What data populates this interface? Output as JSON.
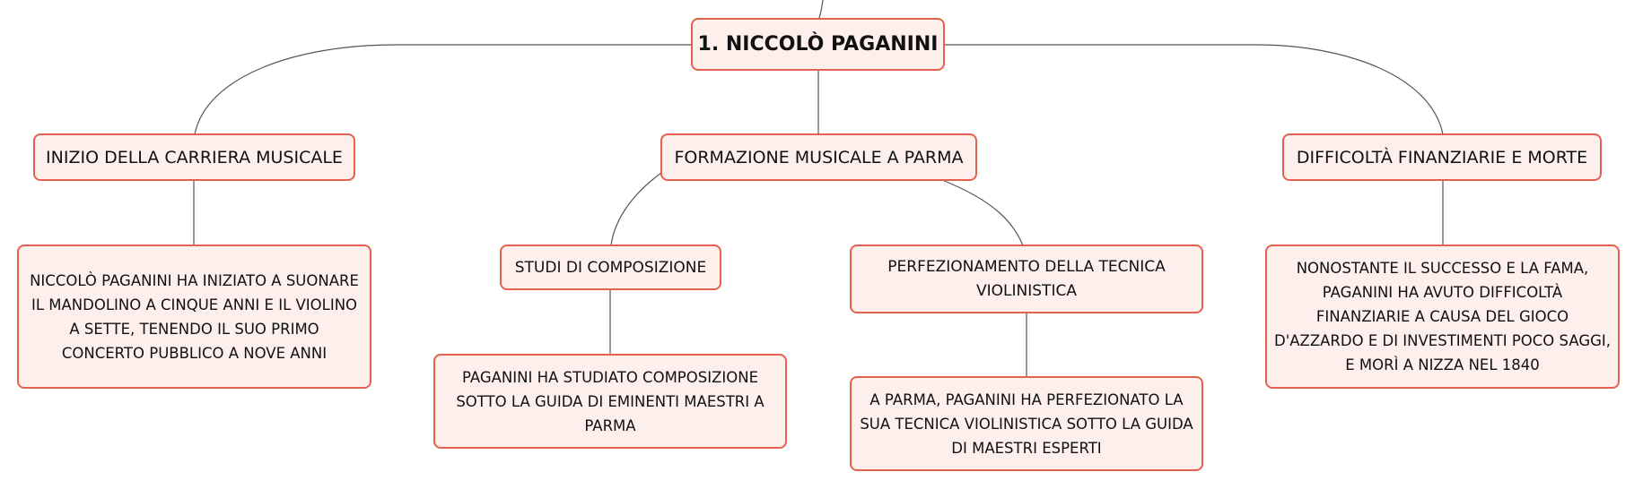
{
  "colors": {
    "node_border": "#e4604f",
    "node_fill": "#fdefec",
    "connector": "#555555",
    "text": "#111111"
  },
  "root": {
    "label": "1. NICCOLÒ PAGANINI"
  },
  "topics": {
    "inizio": {
      "label": "INIZIO DELLA CARRIERA MUSICALE"
    },
    "formazione": {
      "label": "FORMAZIONE MUSICALE A PARMA"
    },
    "difficolta": {
      "label": "DIFFICOLTÀ FINANZIARIE E MORTE"
    }
  },
  "subtopics": {
    "studi": {
      "label": "STUDI DI COMPOSIZIONE"
    },
    "perfezionamento": {
      "label": "PERFEZIONAMENTO DELLA TECNICA VIOLINISTICA"
    }
  },
  "details": {
    "inizio": {
      "text": "NICCOLÒ PAGANINI HA INIZIATO A SUONARE IL MANDOLINO A CINQUE ANNI E IL VIOLINO A SETTE, TENENDO IL SUO PRIMO CONCERTO PUBBLICO A NOVE ANNI"
    },
    "studi": {
      "text": "PAGANINI HA STUDIATO COMPOSIZIONE SOTTO LA GUIDA DI EMINENTI MAESTRI A PARMA"
    },
    "perfezionamento": {
      "text": "A PARMA, PAGANINI HA PERFEZIONATO LA SUA TECNICA VIOLINISTICA SOTTO LA GUIDA DI MAESTRI ESPERTI"
    },
    "difficolta": {
      "text": "NONOSTANTE IL SUCCESSO E LA FAMA, PAGANINI HA AVUTO DIFFICOLTÀ FINANZIARIE A CAUSA DEL GIOCO D'AZZARDO E DI INVESTIMENTI POCO SAGGI, E MORÌ A NIZZA NEL 1840"
    }
  }
}
